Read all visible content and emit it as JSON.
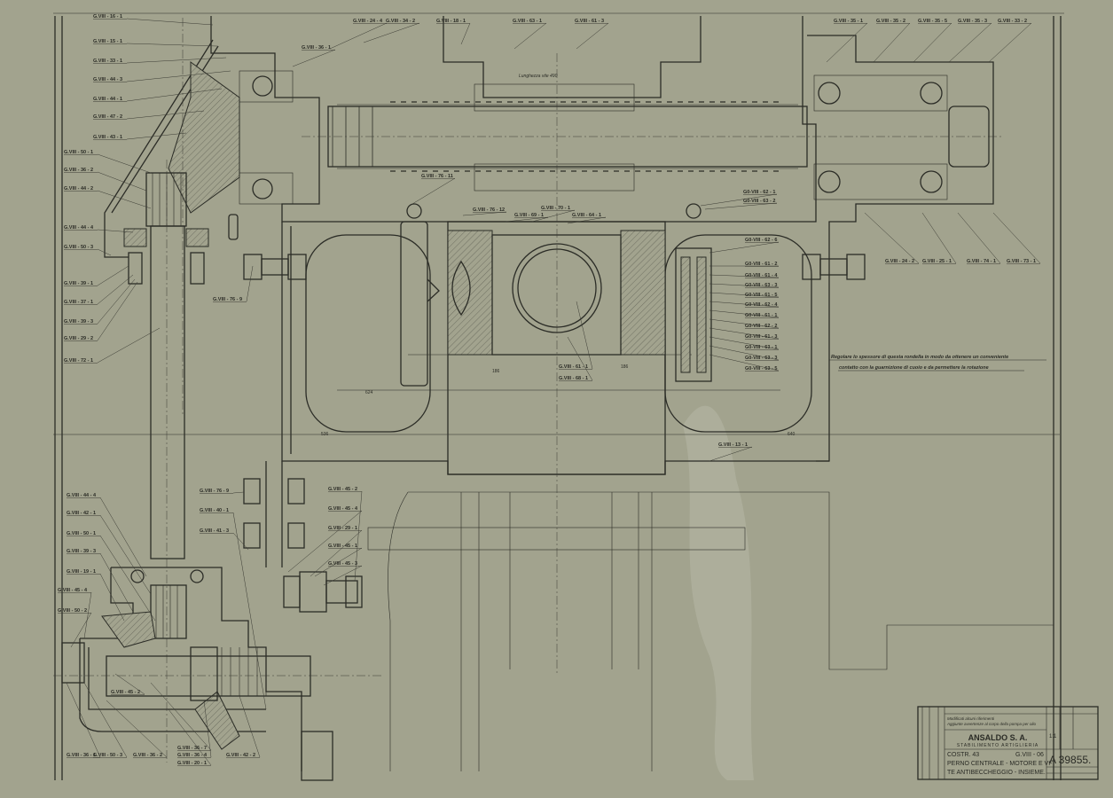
{
  "drawing": {
    "company": "ANSALDO S. A.",
    "plant": "STABILIMENTO ARTIGLIERIA",
    "construction": "COSTR. 43",
    "drawing_code": "G.VIII - 06",
    "title_line1": "PERNO CENTRALE - MOTORE E VI-",
    "title_line2": "TE ANTIBECCHEGGIO - INSIEME.",
    "drawing_number": "A 39855.",
    "scale": "1:1",
    "revision_note1": "Modificati alcuni riferimenti",
    "revision_note2": "Aggiunte avvertenze al corpo della pompa per olio"
  },
  "note": {
    "line1": "Regolare lo spessore di questa rondella in modo da ottenere un conveniente",
    "line2": "contatto con la guarnizione di cuoio e da permettere la rotazione"
  },
  "dimensions": {
    "screw_length": "Lunghezza vite 490",
    "d1": "624",
    "d2": "536",
    "d3": "640",
    "d4": "186",
    "d5": "186"
  },
  "labels": [
    "G.VIII - 16 - 1",
    "G.VIII - 15 - 1",
    "G.VIII - 33 - 1",
    "G.VIII - 44 - 3",
    "G.VIII - 44 - 1",
    "G.VIII - 47 - 2",
    "G.VIII - 43 - 1",
    "G.VIII - 50 - 1",
    "G.VIII - 36 - 2",
    "G.VIII - 44 - 2",
    "G.VIII - 44 - 4",
    "G.VIII - 50 - 3",
    "G.VIII - 39 - 1",
    "G.VIII - 37 - 1",
    "G.VIII - 39 - 3",
    "G.VIII - 29 - 2",
    "G.VIII - 72 - 1",
    "G.VIII - 24 - 4",
    "G.VIII - 34 - 2",
    "G.VIII - 18 - 1",
    "G.VIII - 63 - 1",
    "G.VIII - 61 - 3",
    "G.VIII - 36 - 1",
    "G.VIII - 35 - 1",
    "G.VIII - 35 - 2",
    "G.VIII - 35 - 5",
    "G.VIII - 35 - 3",
    "G.VIII - 33 - 2",
    "G.VIII - 76 - 11",
    "G.VIII - 76 - 12",
    "G.VIII - 69 - 1",
    "G.VIII - 70 - 1",
    "G.VIII - 64 - 1",
    "G.VIII - 76 - 9",
    "G.VIII - 61 - 1",
    "G.VIII - 68 - 1",
    "G0-VIII - 62 - 1",
    "G0-VIII - 63 - 2",
    "G0-VIII - 62 - 6",
    "G0-VIII - 61 - 2",
    "G0-VIII - 61 - 4",
    "G0-VIII - 63 - 3",
    "G0-VIII - 61 - 5",
    "G0-VIII - 62 - 4",
    "G0-VIII - 61 - 1",
    "G0-VIII - 62 - 2",
    "G0-VIII - 61 - 3",
    "G0-VIII - 63 - 1",
    "G0-VIII - 63 - 3",
    "G0-VIII - 63 - 5",
    "G.VIII - 24 - 2",
    "G.VIII - 25 - 1",
    "G.VIII - 74 - 1",
    "G.VIII - 73 - 1",
    "G.VIII - 13 - 1",
    "G.VIII - 44 - 4",
    "G.VIII - 42 - 1",
    "G.VIII - 50 - 1",
    "G.VIII - 39 - 3",
    "G.VIII - 19 - 1",
    "G.VIII - 45 - 4",
    "G.VIII - 50 - 2",
    "G.VIII - 76 - 9",
    "G.VIII - 40 - 1",
    "G.VIII - 41 - 3",
    "G.VIII - 45 - 2",
    "G.VIII - 45 - 4",
    "G.VIII - 29 - 1",
    "G.VIII - 45 - 1",
    "G.VIII - 45 - 3",
    "G.VIII - 45 - 2",
    "G.VIII - 36 - 1",
    "G.VIII - 50 - 3",
    "G.VIII - 36 - 2",
    "G.VIII - 36 - 7",
    "G.VIII - 36 - 4",
    "G.VIII - 20 - 1",
    "G.VIII - 42 - 2"
  ]
}
